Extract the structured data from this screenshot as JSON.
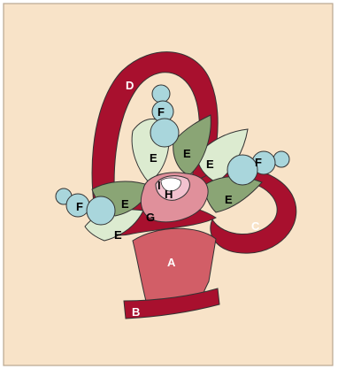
{
  "colors": {
    "page_bg": "#ffffff",
    "panel_bg": "#f8e3c8",
    "panel_border": "#b9a690",
    "crimson": "#a8102e",
    "basket_rose": "#d25e67",
    "leaf_light": "#dcebd0",
    "leaf_dark": "#8aa575",
    "flower_blue": "#a9d6dc",
    "rose_pink": "#e0909b",
    "rose_inner": "#f2c2cf",
    "outline": "#333333"
  },
  "labels": {
    "A": "A",
    "B": "B",
    "C": "C",
    "D": "D",
    "E": "E",
    "F": "F",
    "G": "G",
    "H": "H"
  }
}
